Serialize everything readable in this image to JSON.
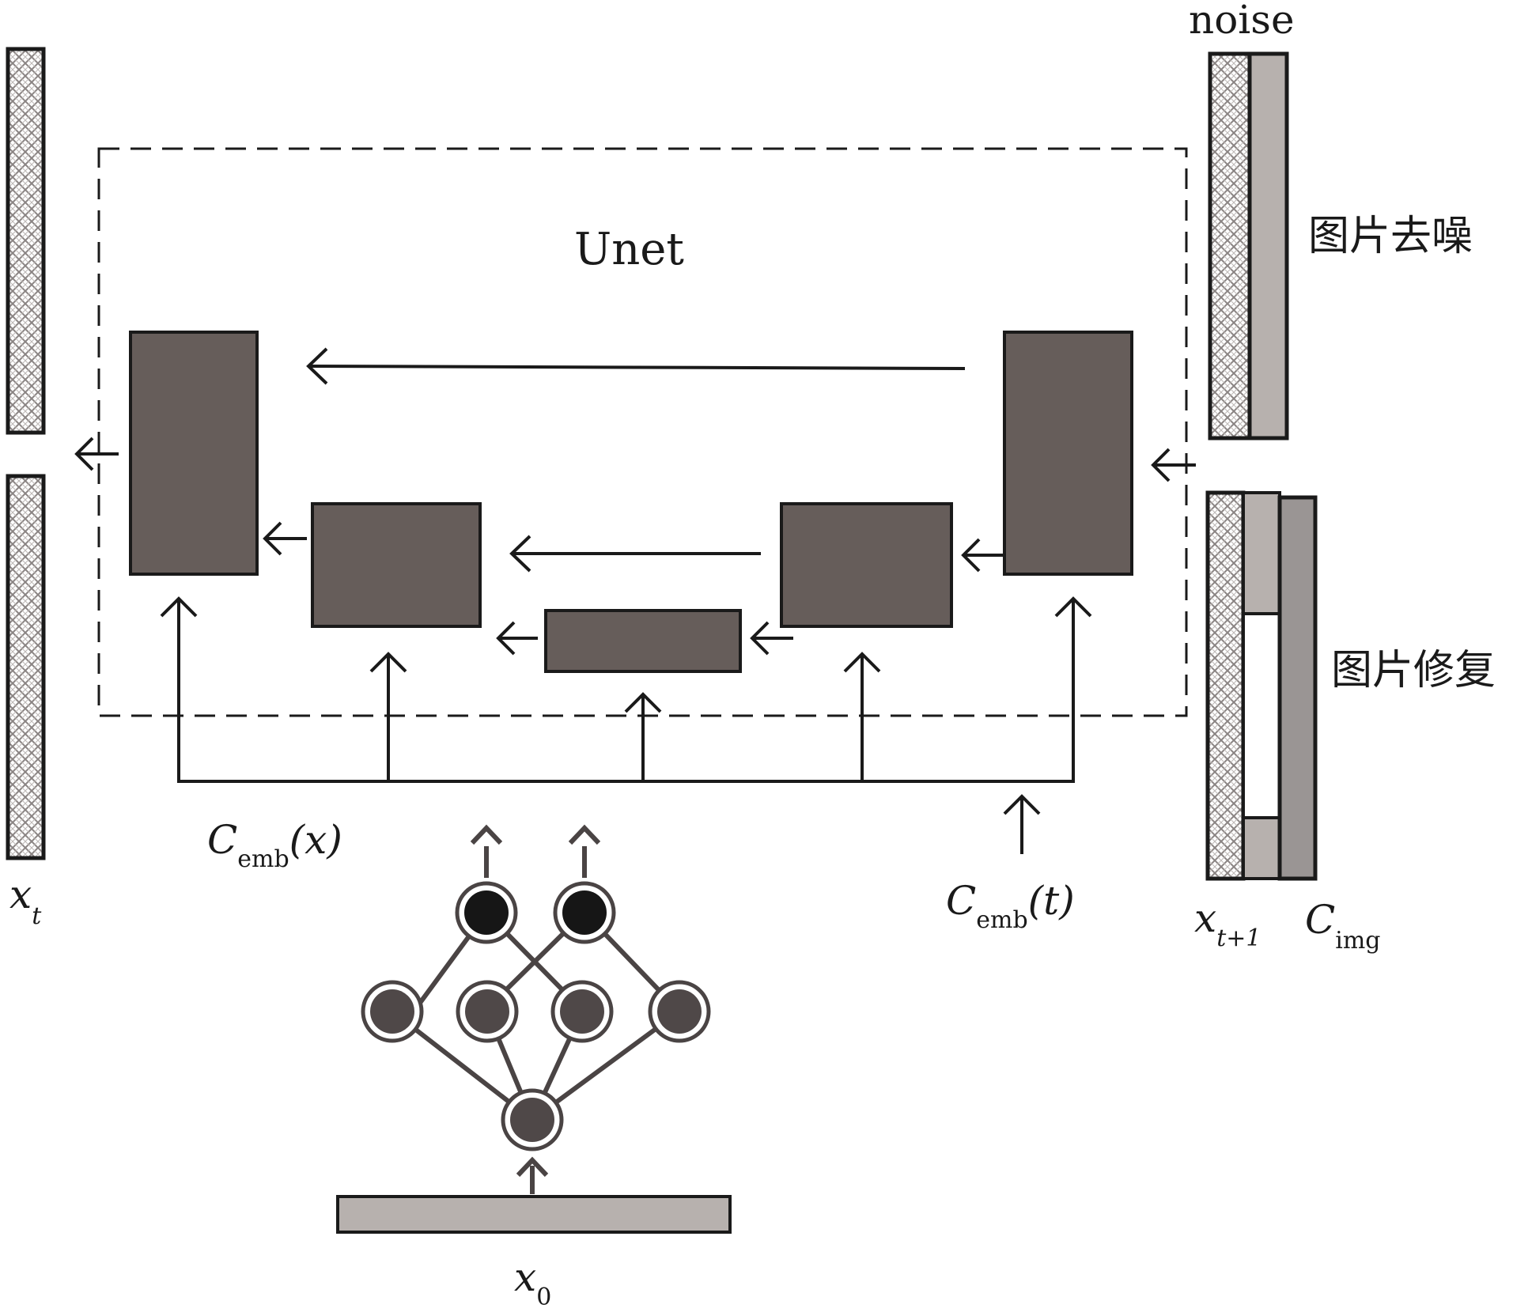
{
  "unet": {
    "label": "Unet"
  },
  "noise": {
    "label": "noise"
  },
  "tasks": {
    "denoise": "图片去噪",
    "inpaint": "图片修复"
  },
  "labels": {
    "x_t": {
      "main": "x",
      "sub": "t"
    },
    "x_t1": {
      "main": "x",
      "sub": "t+1"
    },
    "c_img": {
      "main": "C",
      "sub": "img"
    },
    "c_emb_x": {
      "main": "C",
      "sub": "emb",
      "arg": "(x)"
    },
    "c_emb_t": {
      "main": "C",
      "sub": "emb",
      "arg": "(t)"
    },
    "x_0": {
      "main": "x",
      "sub": "0"
    }
  },
  "colors": {
    "block": "#665d5a",
    "node_top": "#161616",
    "node": "#4f4848",
    "light_bar": "#b7b1ae",
    "mid_bar": "#9a9594",
    "noise_pattern_fg": "#8a8483",
    "line": "#1a1a1a"
  }
}
